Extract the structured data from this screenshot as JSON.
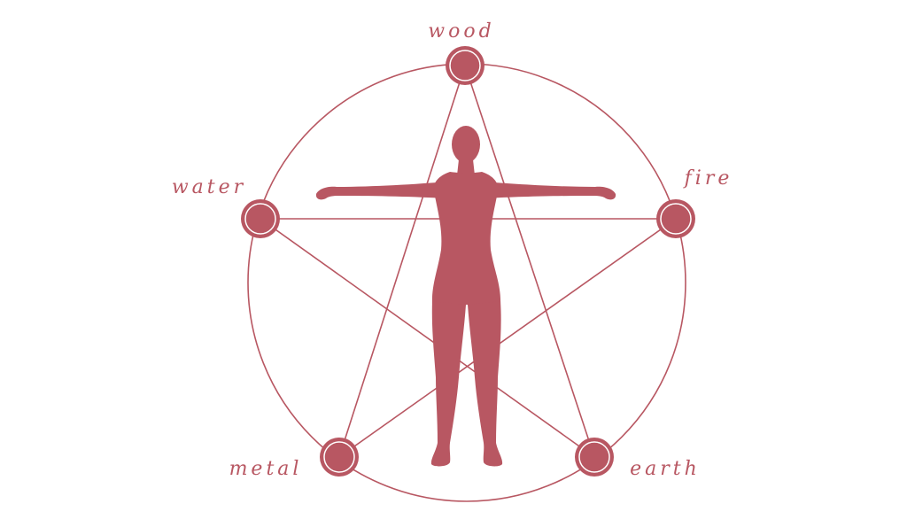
{
  "colors": {
    "accent": "#b85762",
    "background": "#ffffff"
  },
  "elements": [
    {
      "id": "wood",
      "label": "wood"
    },
    {
      "id": "fire",
      "label": "fire"
    },
    {
      "id": "earth",
      "label": "earth"
    },
    {
      "id": "metal",
      "label": "metal"
    },
    {
      "id": "water",
      "label": "water"
    }
  ],
  "figure": {
    "icon": "human-figure-icon"
  }
}
